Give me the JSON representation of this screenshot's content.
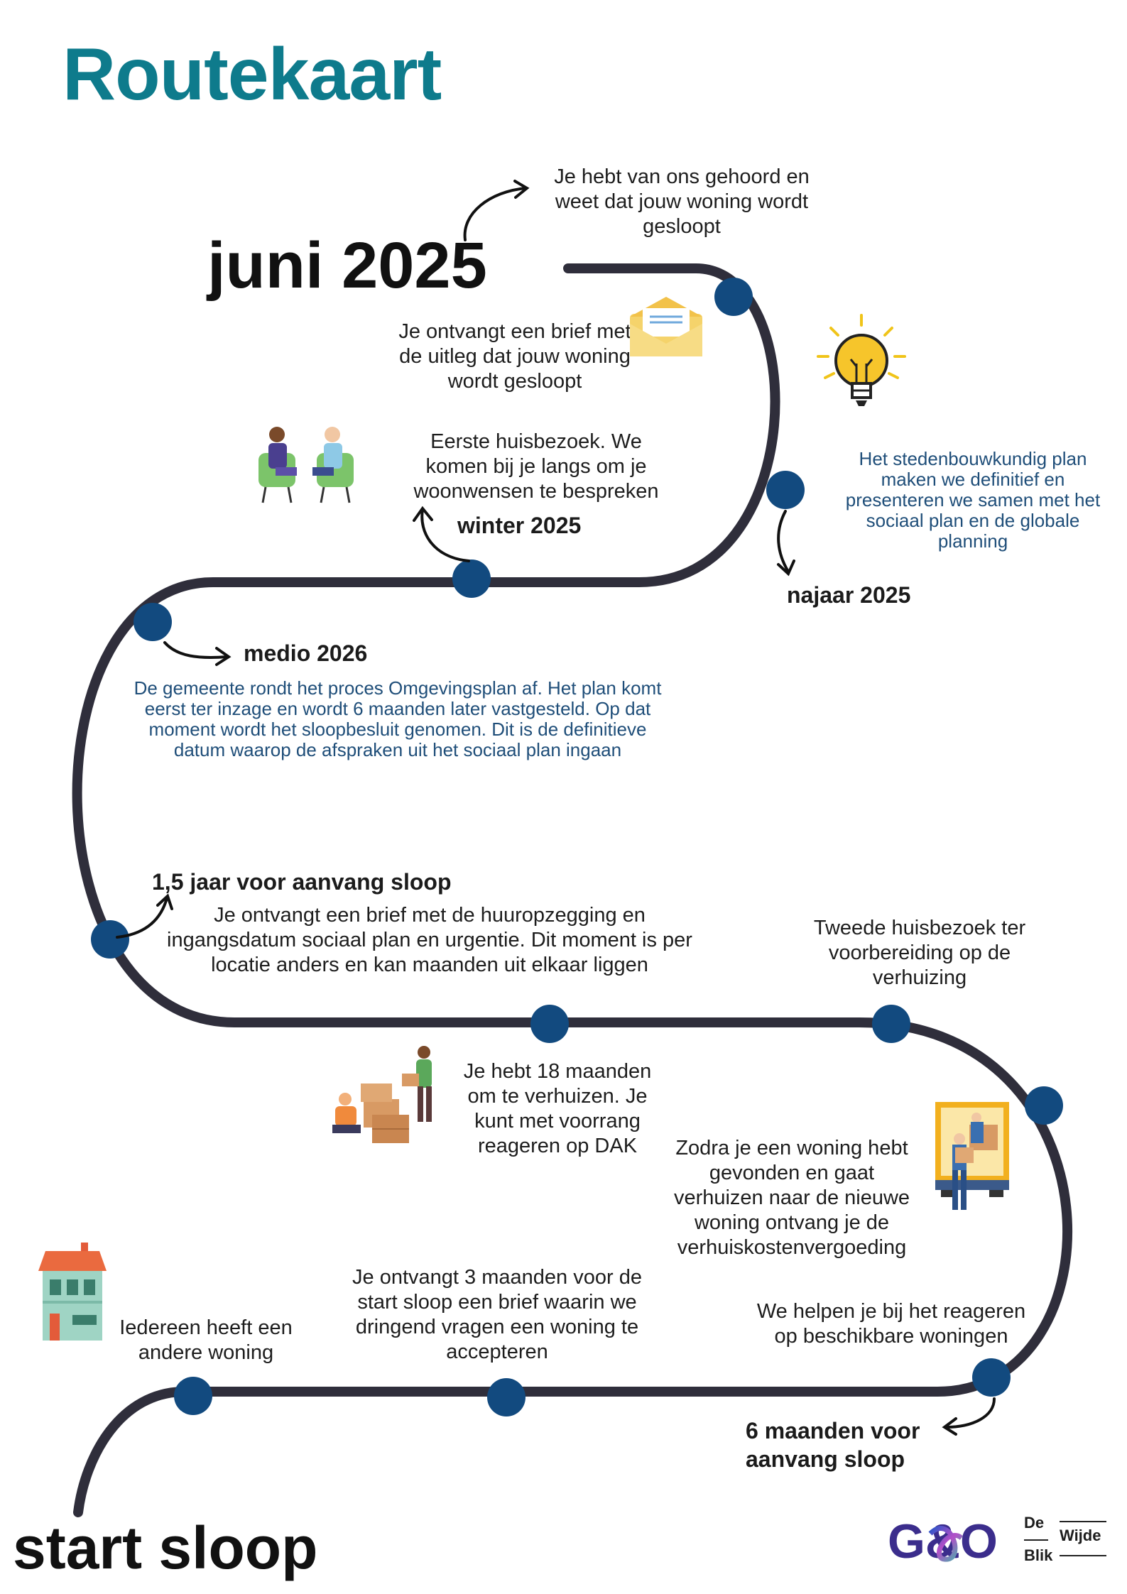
{
  "title": "Routekaart",
  "start_label": "juni 2025",
  "end_label": "start sloop",
  "milestones": {
    "heard": "Je hebt van ons gehoord en weet dat jouw woning wordt gesloopt",
    "letter": "Je ontvangt een brief met de uitleg dat jouw woning wordt gesloopt",
    "visit1": "Eerste huisbezoek. We komen bij je langs om je woonwensen te bespreken",
    "winter_label": "winter 2025",
    "urban_plan": "Het stedenbouwkundig plan maken we definitief en presenteren we samen met het sociaal plan en de globale planning",
    "najaar_label": "najaar 2025",
    "medio_label": "medio 2026",
    "omgevingsplan": "De gemeente rondt het proces Omgevingsplan af. Het plan komt eerst ter inzage en wordt 6 maanden later vastgesteld. Op dat moment wordt het sloopbesluit genomen. Dit is de definitieve datum waarop de afspraken uit het sociaal plan ingaan",
    "year15_label": "1,5 jaar voor aanvang sloop",
    "huuropzegging": "Je ontvangt een brief met de huuropzegging en ingangsdatum sociaal plan en urgentie. Dit moment is per locatie anders en kan maanden uit elkaar liggen",
    "visit2": "Tweede huisbezoek ter voorbereiding op de verhuizing",
    "months18": "Je hebt 18 maanden om te verhuizen. Je kunt met voorrang reageren op DAK",
    "vergoeding": "Zodra je een woning hebt gevonden en gaat verhuizen naar de nieuwe woning ontvang je de verhuiskostenvergoeding",
    "help": "We helpen je bij het reageren op beschikbare woningen",
    "months6_label": "6 maanden voor aanvang sloop",
    "months3": "Je ontvangt 3 maanden voor de start sloop een brief waarin we dringend vragen een woning te accepteren",
    "everyone": "Iedereen heeft een andere woning"
  },
  "logos": {
    "go": "G&O",
    "wijde_de": "De",
    "wijde_name": "Wijde",
    "wijde_blik": "Blik"
  },
  "icons": [
    "envelope-icon",
    "lightbulb-icon",
    "conversation-icon",
    "moving-boxes-icon",
    "moving-truck-icon",
    "house-icon"
  ],
  "colors": {
    "title": "#0e7b8c",
    "road": "#2f2e3b",
    "dot": "#124a7f",
    "info_blue": "#1f4e79"
  }
}
